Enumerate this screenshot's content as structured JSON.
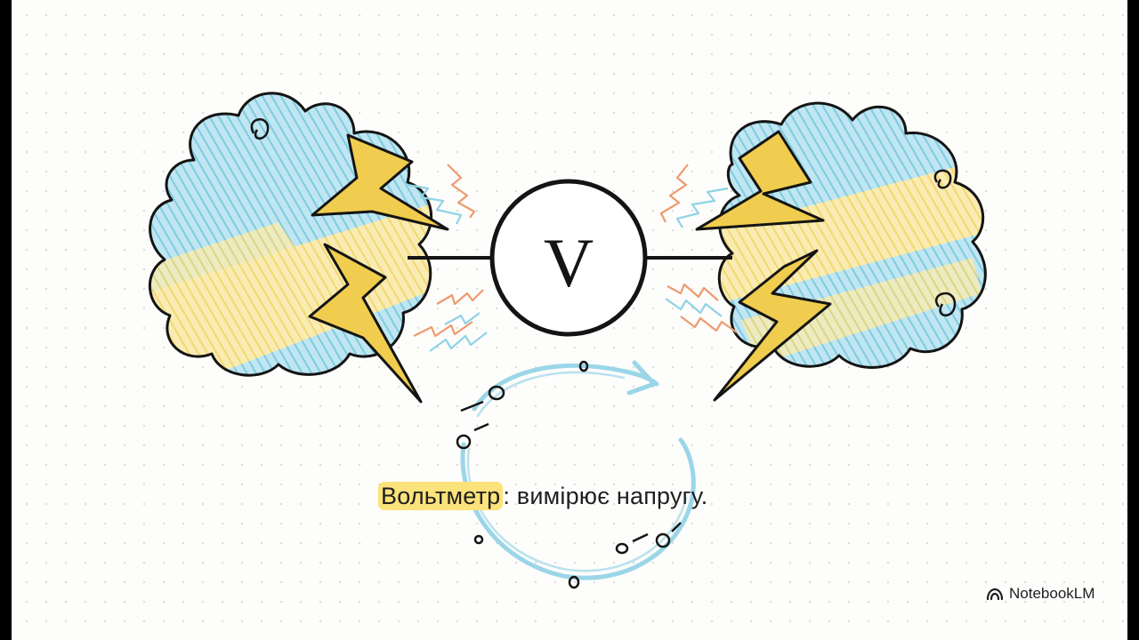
{
  "illustration": {
    "meter_symbol": "V",
    "colors": {
      "cloud_blue": "#8fd3e6",
      "cloud_yellow": "#f5dc7a",
      "bolt_yellow": "#f0cd4e",
      "spark_orange": "#ee9a6e",
      "spark_blue": "#8fd3e6",
      "ink": "#141414",
      "loop_blue": "#9bd6e8"
    }
  },
  "caption": {
    "term": "Вольтметр",
    "definition": ": вимірює напругу."
  },
  "brand": {
    "name": "NotebookLM",
    "icon": "notebooklm-logo-icon"
  }
}
